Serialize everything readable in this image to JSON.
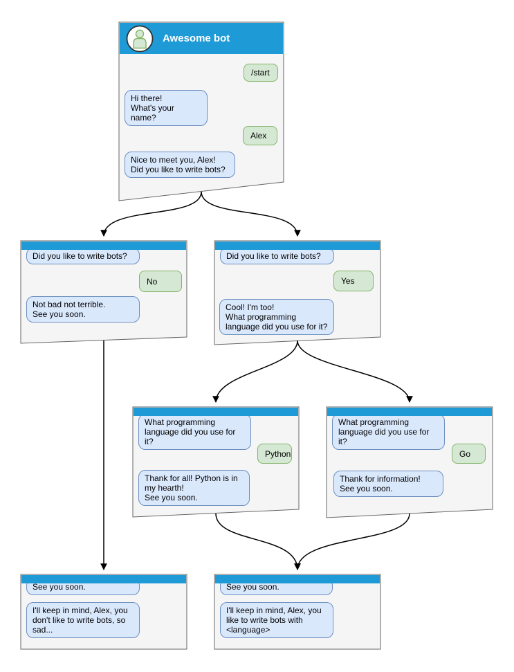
{
  "diagram": {
    "type": "chatbot-conversation-flowchart",
    "colors": {
      "titlebar_blue": "#1e9bd7",
      "node_fill": "#f5f5f5",
      "node_border": "#666666",
      "incoming_bubble_fill": "#dae8fc",
      "incoming_bubble_border": "#6c8ebf",
      "outgoing_bubble_fill": "#d5e8d4",
      "outgoing_bubble_border": "#82b366",
      "arrow": "#000000"
    },
    "edges": [
      {
        "from": "root",
        "to": "branch_no"
      },
      {
        "from": "root",
        "to": "branch_yes"
      },
      {
        "from": "branch_yes",
        "to": "branch_python"
      },
      {
        "from": "branch_yes",
        "to": "branch_go"
      },
      {
        "from": "branch_no",
        "to": "end_no"
      },
      {
        "from": "branch_python",
        "to": "end_yes"
      },
      {
        "from": "branch_go",
        "to": "end_yes"
      }
    ]
  },
  "nodes": {
    "root": {
      "title": "Awesome bot",
      "avatar_icon": "person-icon",
      "messages": [
        {
          "from": "user",
          "text": "/start"
        },
        {
          "from": "bot",
          "text": "Hi there!\nWhat's your name?"
        },
        {
          "from": "user",
          "text": "Alex"
        },
        {
          "from": "bot",
          "text": "Nice to meet you, Alex!\nDid you like to write bots?"
        }
      ]
    },
    "branch_no": {
      "messages": [
        {
          "from": "bot",
          "text": "Did you like to write bots?"
        },
        {
          "from": "user",
          "text": "No"
        },
        {
          "from": "bot",
          "text": "Not bad not terrible.\nSee you soon."
        }
      ]
    },
    "branch_yes": {
      "messages": [
        {
          "from": "bot",
          "text": "Did you like to write bots?"
        },
        {
          "from": "user",
          "text": "Yes"
        },
        {
          "from": "bot",
          "text": "Cool! I'm too!\nWhat programming\nlanguage did you use for it?"
        }
      ]
    },
    "branch_python": {
      "messages": [
        {
          "from": "bot",
          "text": "What programming\nlanguage did you use for it?"
        },
        {
          "from": "user",
          "text": "Python"
        },
        {
          "from": "bot",
          "text": "Thank for all! Python is in\nmy hearth!\nSee you soon."
        }
      ]
    },
    "branch_go": {
      "messages": [
        {
          "from": "bot",
          "text": "What programming\nlanguage did you use for it?"
        },
        {
          "from": "user",
          "text": "Go"
        },
        {
          "from": "bot",
          "text": "Thank for information!\nSee you soon."
        }
      ]
    },
    "end_no": {
      "messages": [
        {
          "from": "bot",
          "text": "See you soon."
        },
        {
          "from": "bot",
          "text": "I'll keep in mind, Alex, you\ndon't like to write bots, so\nsad..."
        }
      ]
    },
    "end_yes": {
      "messages": [
        {
          "from": "bot",
          "text": "See you soon."
        },
        {
          "from": "bot",
          "text": "I'll keep in mind, Alex, you\nlike to write bots with\n<language>"
        }
      ]
    }
  }
}
